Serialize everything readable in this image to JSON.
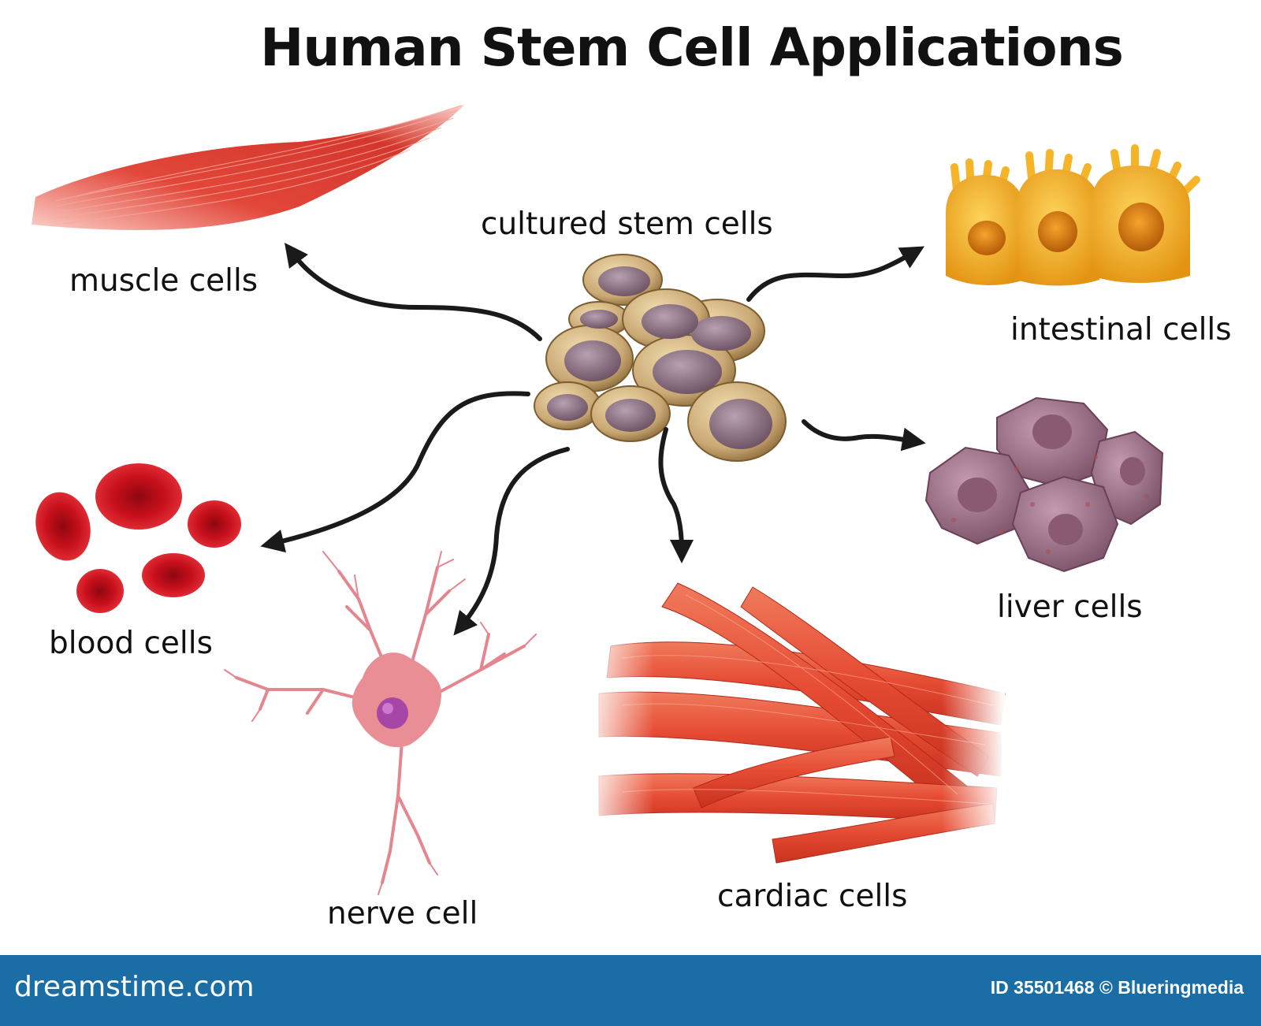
{
  "title": "Human Stem Cell Applications",
  "labels": {
    "center": "cultured stem cells",
    "muscle": "muscle cells",
    "intestinal": "intestinal cells",
    "liver": "liver cells",
    "blood": "blood cells",
    "nerve": "nerve cell",
    "cardiac": "cardiac cells"
  },
  "footer": {
    "site": "dreamstime.com",
    "credit": "ID 35501468 © Blueringmedia"
  },
  "colors": {
    "footer_bar": "#1b6da6",
    "arrow": "#1a1a1a",
    "muscle": "#e2473a",
    "blood": "#c8101c",
    "nerve": "#ea8e96",
    "cardiac": "#e54a32",
    "intestinal": "#f6b429",
    "liver": "#9e7189",
    "stem": "#c9a874"
  }
}
